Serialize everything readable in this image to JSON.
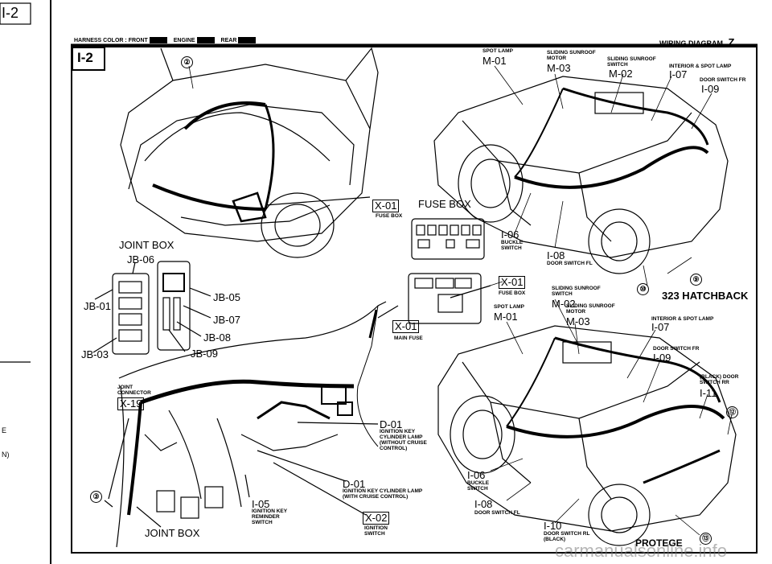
{
  "side_tab": {
    "label": "I-2",
    "mark1": "E",
    "mark2": "N)"
  },
  "header": {
    "harness_label": "HARNESS COLOR :",
    "front": "FRONT",
    "engine": "ENGINE",
    "rear": "REAR",
    "title": "WIRING DIAGRAM",
    "title_letter": "Z"
  },
  "page_id": "I-2",
  "labels": {
    "joint_box_top": "JOINT BOX",
    "jb06": "JB-06",
    "jb01": "JB-01",
    "jb03": "JB-03",
    "jb05": "JB-05",
    "jb07": "JB-07",
    "jb08": "JB-08",
    "jb09": "JB-09",
    "fuse_box_title": "FUSE BOX",
    "x01_a": "X-01",
    "x01_a_sub": "FUSE BOX",
    "x01_b": "X-01",
    "x01_b_sub": "FUSE BOX",
    "x01_c": "X-01",
    "x01_c_sub": "MAIN FUSE",
    "joint_connector": "JOINT CONNECTOR",
    "x19": "X-19",
    "d01_a": "D-01",
    "d01_a_sub": "IGNITION KEY CYLINDER LAMP (WITHOUT CRUISE CONTROL)",
    "d01_b": "D-01",
    "d01_b_sub": "IGNITION KEY CYLINDER LAMP (WITH CRUISE CONTROL)",
    "i05": "I-05",
    "i05_sub": "IGNITION KEY REMINDER SWITCH",
    "x02": "X-02",
    "x02_sub": "IGNITION SWITCH",
    "joint_box_bottom": "JOINT BOX",
    "spot_lamp_1": "SPOT LAMP",
    "m01_1": "M-01",
    "sliding_motor_1": "SLIDING SUNROOF MOTOR",
    "m03_1": "M-03",
    "sliding_switch_1": "SLIDING SUNROOF SWITCH",
    "m02_1": "M-02",
    "interior_1": "INTERIOR & SPOT LAMP",
    "i07_1": "I-07",
    "door_fr_1": "DOOR SWITCH FR",
    "i09_1": "I-09",
    "i06_1": "I-06",
    "buckle_1": "BUCKLE SWITCH",
    "i08_1": "I-08",
    "door_fl_1": "DOOR SWITCH FL",
    "hatchback": "323 HATCHBACK",
    "sliding_switch_2": "SLIDING SUNROOF SWITCH",
    "m02_2": "M-02",
    "spot_lamp_2": "SPOT LAMP",
    "m01_2": "M-01",
    "sliding_motor_2": "SLIDING SUNROOF MOTOR",
    "m03_2": "M-03",
    "interior_2": "INTERIOR & SPOT LAMP",
    "i07_2": "I-07",
    "door_fr_2": "DOOR SWITCH FR",
    "i09_2": "I-09",
    "door_rr": "(BLACK) DOOR SWITCH RR",
    "i11": "I-11",
    "i06_2": "I-06",
    "buckle_2": "BUCKLE SWITCH",
    "i08_2": "I-08",
    "door_fl_2": "DOOR SWITCH FL",
    "i10": "I-10",
    "door_rl": "DOOR SWITCH RL (BLACK)",
    "protege": "PROTEGE",
    "watermark": "carmanualsonline.info"
  },
  "callouts": {
    "c2": "②",
    "c3": "③",
    "c9": "⑨",
    "c10": "⑩",
    "c12": "⑫",
    "c13": "⑬"
  }
}
